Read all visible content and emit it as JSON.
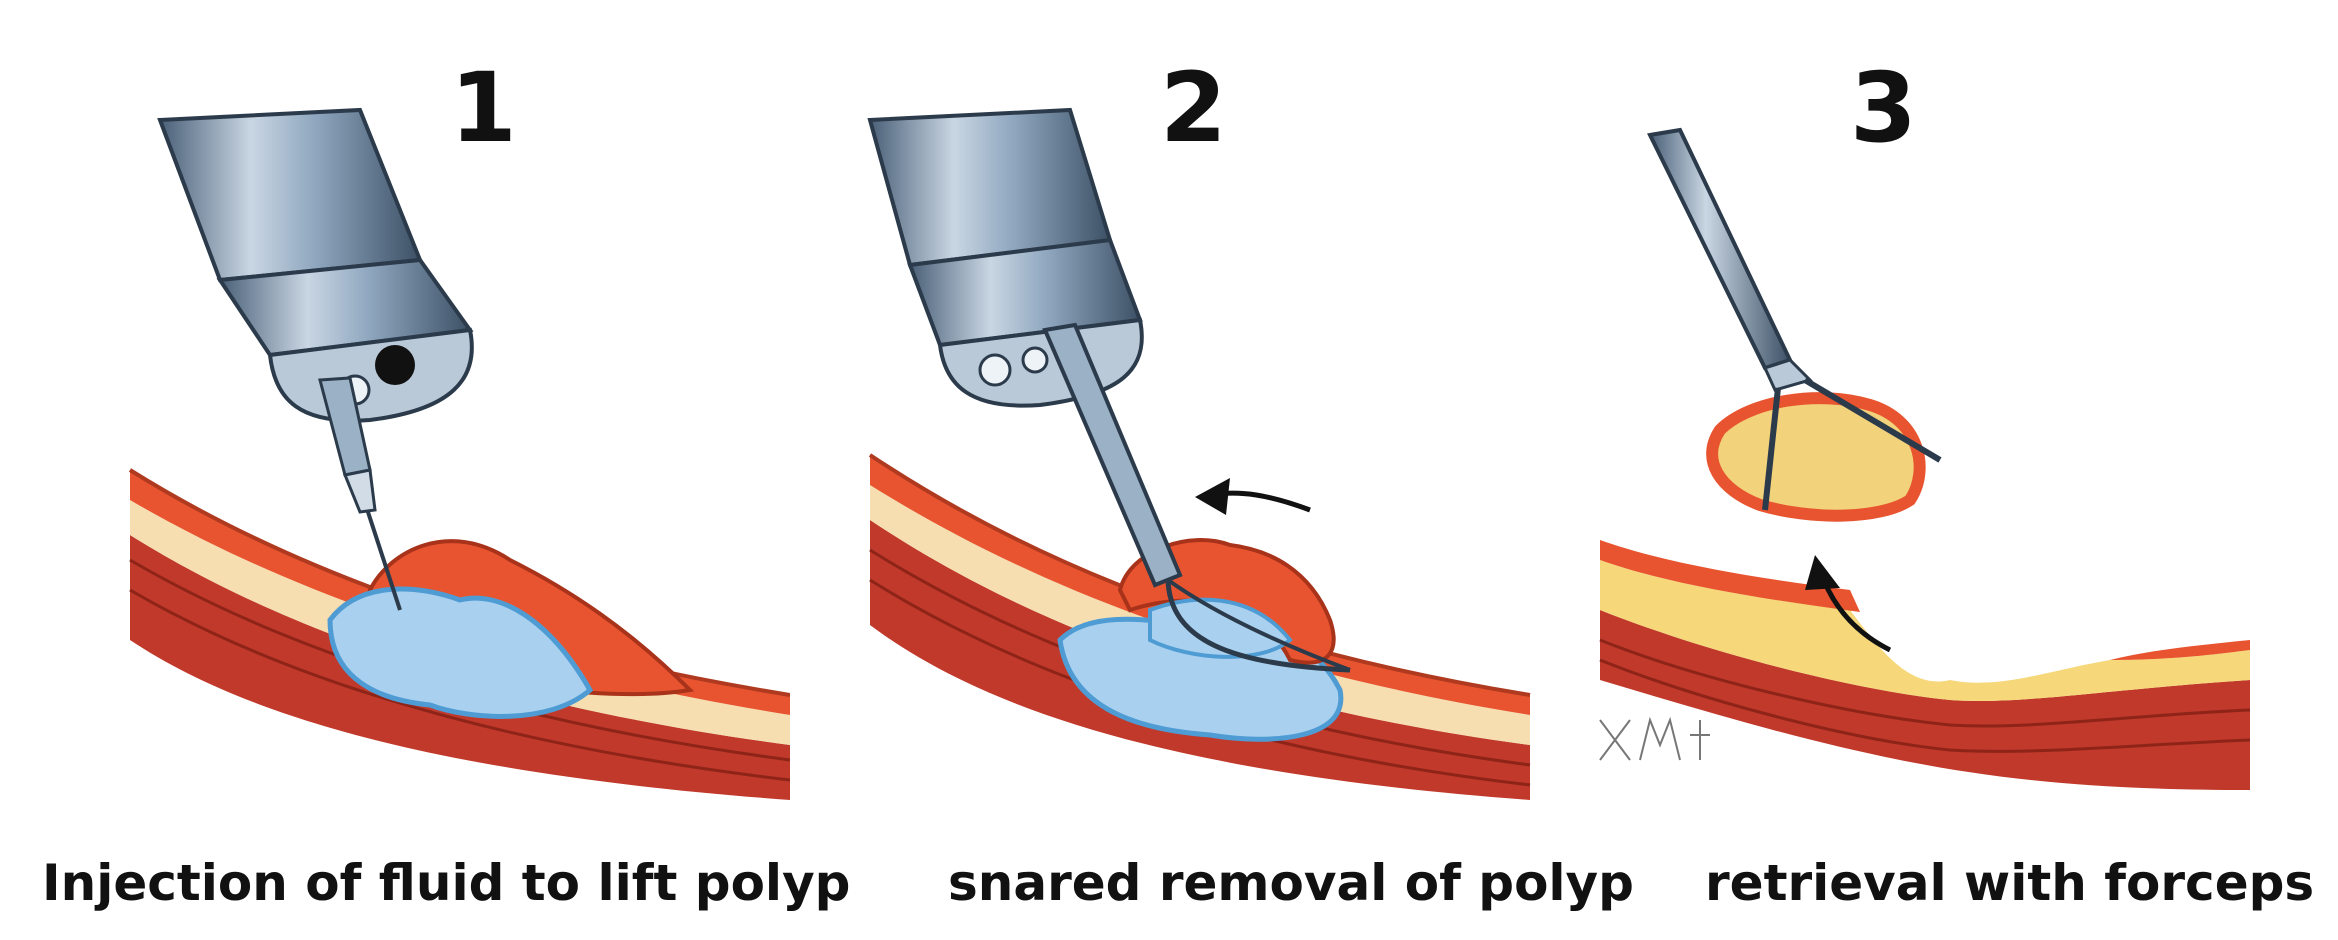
{
  "panels": [
    {
      "number": "1",
      "caption": "Injection of fluid to lift polyp"
    },
    {
      "number": "2",
      "caption": "snared removal of polyp"
    },
    {
      "number": "3",
      "caption": "retrieval with forceps"
    }
  ],
  "colors": {
    "muscle": "#c0392b",
    "fat": "#f6deb0",
    "mucosa": "#e8542f",
    "fluid": "#a9d1ef",
    "instrument": "#7f98b1"
  },
  "icons": [
    "endoscope-icon",
    "needle-icon",
    "snare-loop-icon",
    "forceps-icon",
    "direction-arrow-icon"
  ]
}
